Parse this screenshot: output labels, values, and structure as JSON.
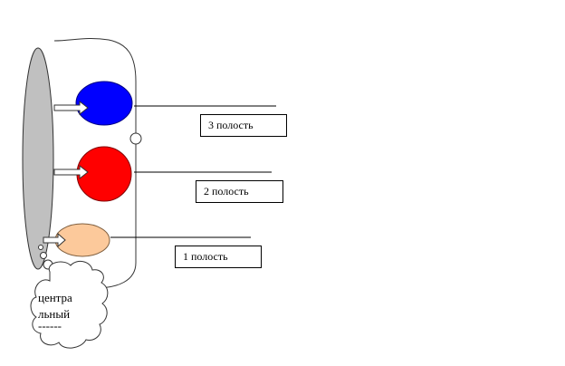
{
  "labels": {
    "cavity3": "3 полость",
    "cavity2": "2 полость",
    "cavity1": "1 полость"
  },
  "cloud": {
    "line1": "центра",
    "line2": "льный",
    "line3": "------"
  },
  "colors": {
    "cavity3": "#0000ff",
    "cavity2": "#ff0000",
    "cavity1": "#fcc99b",
    "central": "#c0c0c0"
  }
}
